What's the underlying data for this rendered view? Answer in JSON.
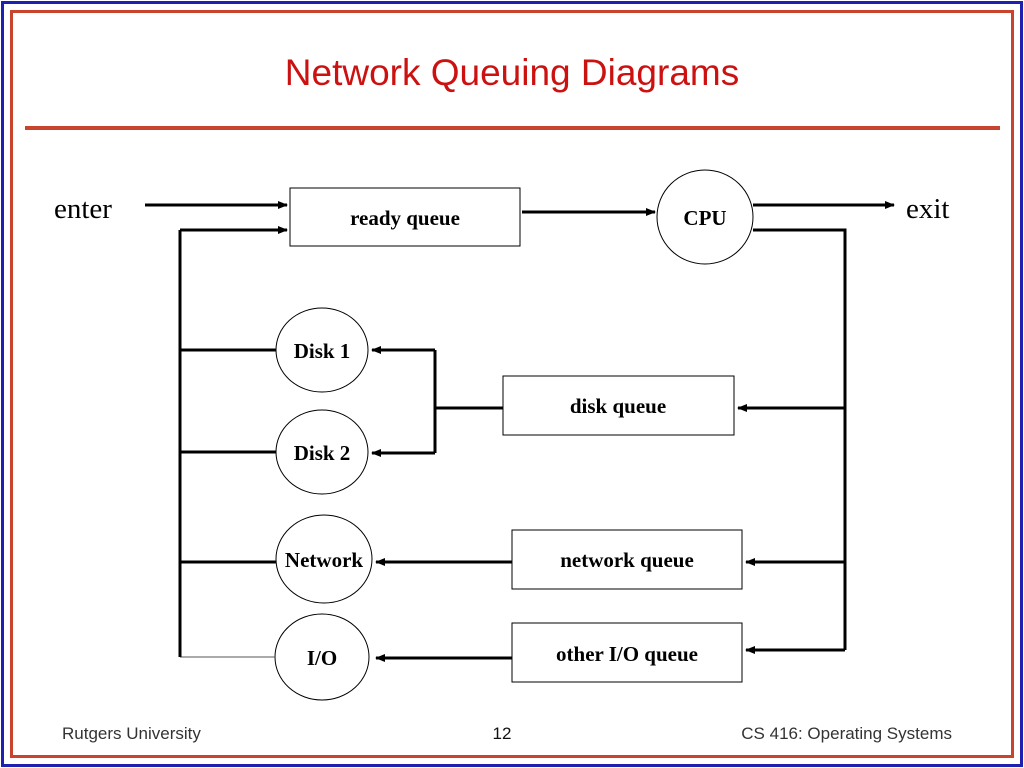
{
  "slide": {
    "title": "Network Queuing Diagrams",
    "colors": {
      "title": "#cc1111",
      "frame_outer": "#1f1fb0",
      "frame_inner": "#c8442e",
      "rule": "#c8442e"
    }
  },
  "diagram": {
    "enter_label": "enter",
    "exit_label": "exit",
    "boxes": {
      "ready_queue": "ready queue",
      "disk_queue": "disk queue",
      "network_queue": "network queue",
      "other_io_queue": "other I/O queue"
    },
    "circles": {
      "cpu": "CPU",
      "disk1": "Disk 1",
      "disk2": "Disk 2",
      "network": "Network",
      "io": "I/O"
    }
  },
  "footer": {
    "left": "Rutgers University",
    "page_number": "12",
    "right": "CS 416: Operating Systems"
  }
}
